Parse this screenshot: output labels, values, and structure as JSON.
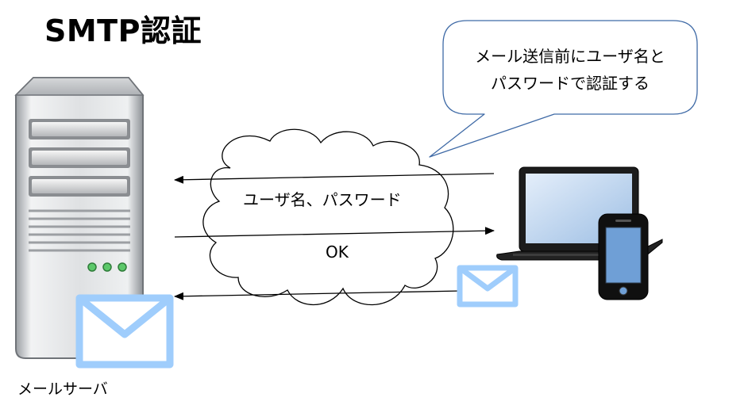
{
  "title": "SMTP認証",
  "server": {
    "label": "メールサーバ"
  },
  "bubble": {
    "lines": [
      "メール送信前にユーザ名と",
      "パスワードで認証する"
    ]
  },
  "messages": [
    {
      "text": "ユーザ名、パスワード",
      "direction": "to-server"
    },
    {
      "text": "OK",
      "direction": "to-client"
    },
    {
      "text": "",
      "direction": "to-server",
      "payload": "mail-icon"
    }
  ],
  "colors": {
    "mail_envelope": "#9fcdfc",
    "screen": "#c9def4",
    "phone_screen": "#6f9fd6",
    "server_led": "#5cc86a"
  }
}
